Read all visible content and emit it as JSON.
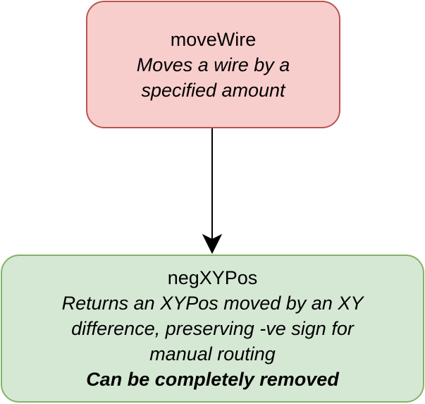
{
  "diagram": {
    "nodes": {
      "move_wire": {
        "title": "moveWire",
        "description_lines": [
          "Moves a wire by a",
          "specified amount"
        ],
        "fill": "#f8cecc",
        "stroke": "#b85450"
      },
      "neg_xy_pos": {
        "title": "negXYPos",
        "description_lines": [
          "Returns an XYPos moved by an XY",
          "difference, preserving -ve sign for",
          "manual routing"
        ],
        "note": "Can be completely removed",
        "fill": "#d5e8d4",
        "stroke": "#82b366"
      }
    },
    "edges": [
      {
        "from": "moveWire",
        "to": "negXYPos",
        "color": "#000000"
      }
    ]
  }
}
